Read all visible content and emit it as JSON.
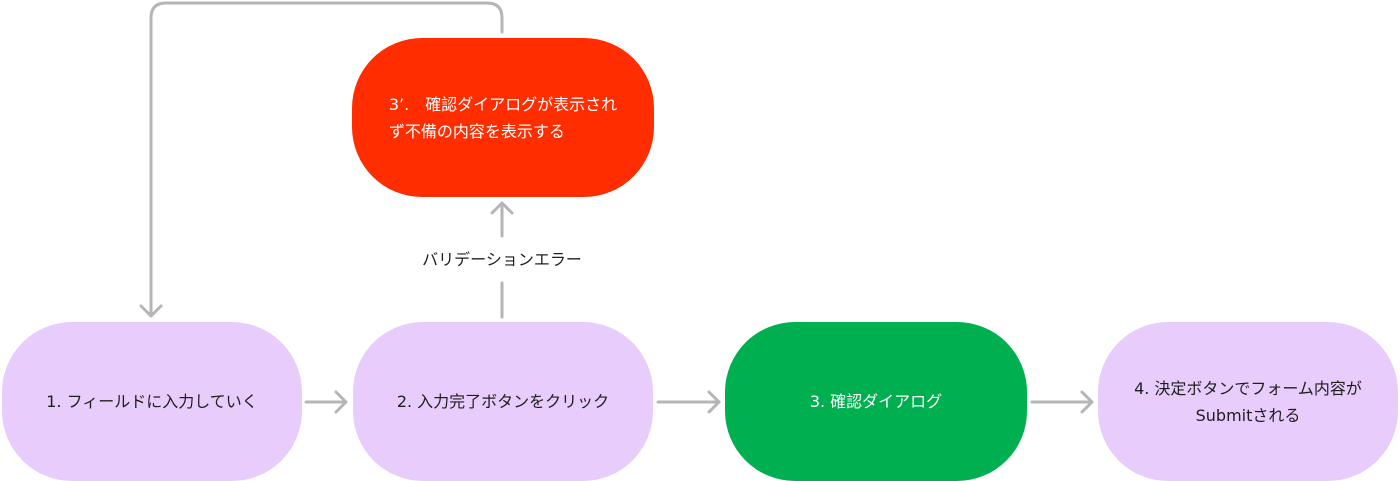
{
  "nodes": [
    {
      "id": "node1",
      "lines": [
        "1. フィールドに入力していく"
      ],
      "color": "#e8cdfc"
    },
    {
      "id": "node2",
      "lines": [
        "2. 入力完了ボタンをクリック"
      ],
      "color": "#e8cdfc"
    },
    {
      "id": "node3",
      "lines": [
        "3. 確認ダイアログ"
      ],
      "color": "#00b050"
    },
    {
      "id": "node4",
      "lines": [
        "4. 決定ボタンでフォーム内容が",
        "Submitされる"
      ],
      "color": "#e8cdfc"
    },
    {
      "id": "node3e",
      "lines": [
        "3’.　確認ダイアログが表示され",
        "ず不備の内容を表示する"
      ],
      "color": "#ff2d00"
    }
  ],
  "edges": [
    {
      "from": "node1",
      "to": "node2"
    },
    {
      "from": "node2",
      "to": "node3"
    },
    {
      "from": "node3",
      "to": "node4"
    },
    {
      "from": "node2",
      "to": "node3e",
      "label": "バリデーションエラー"
    },
    {
      "from": "node3e",
      "to": "node1"
    }
  ],
  "colors": {
    "connector": "#b5b5b5",
    "text_dark": "#1e1e1e"
  }
}
